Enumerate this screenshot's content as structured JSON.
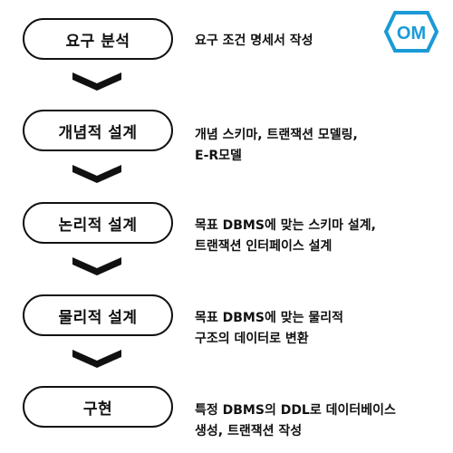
{
  "stages": [
    {
      "label": "요구 분석",
      "desc": [
        "요구 조건 명세서 작성"
      ]
    },
    {
      "label": "개념적 설계",
      "desc": [
        "개념 스키마, 트랜잭션 모델링,",
        "E-R모델"
      ]
    },
    {
      "label": "논리적 설계",
      "desc": [
        "목표 DBMS에 맞는 스키마 설계,",
        "트랜잭션 인터페이스 설계"
      ]
    },
    {
      "label": "물리적 설계",
      "desc": [
        "목표 DBMS에 맞는 물리적",
        "구조의 데이터로 변환"
      ]
    },
    {
      "label": "구현",
      "desc": [
        "특정 DBMS의 DDL로 데이터베이스",
        "생성, 트랜잭션 작성"
      ]
    }
  ],
  "logo": {
    "text": "OM",
    "color": "#1a9ad6",
    "name": "om-logo"
  },
  "colors": {
    "stroke": "#111111",
    "text": "#111111",
    "background": "#ffffff"
  }
}
